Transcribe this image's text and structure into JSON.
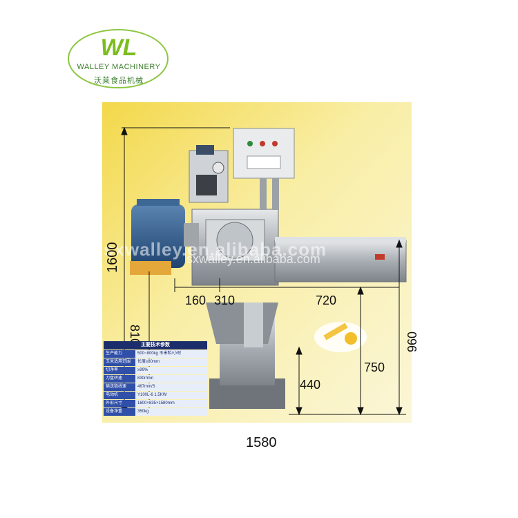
{
  "logo": {
    "mark": "WL",
    "brand": "WALLEY MACHINERY",
    "brand_cn": "沃莱食品机械"
  },
  "watermark": {
    "text1": "sxwalley.en.alibaba.com",
    "text2": "sxwalley.en.alibaba.com"
  },
  "dimensions": {
    "height_total": "1600",
    "inner_height": "810",
    "left_segment": "160",
    "middle_segment": "310",
    "right_segment": "720",
    "right_height": "960",
    "outlet_height": "750",
    "inlet_height": "440",
    "width_total": "1580"
  },
  "spec_table": {
    "title": "主要技术参数",
    "rows": [
      {
        "key": "生产能力",
        "value": "500~800kg 玉米粒/小时"
      },
      {
        "key": "玉米适用范围",
        "value": "长度≥80mm"
      },
      {
        "key": "切净率",
        "value": "≥99%"
      },
      {
        "key": "刀盘转速",
        "value": "830r/min"
      },
      {
        "key": "输送链线速",
        "value": "467mm/S"
      },
      {
        "key": "电动机",
        "value": "Y100L-6 1.5KW"
      },
      {
        "key": "外形尺寸",
        "value": "1600×835×1580mm"
      },
      {
        "key": "设备净重",
        "value": "350kg"
      }
    ]
  },
  "colors": {
    "brand_green": "#7bbd1e",
    "background_yellow": "#f7e27a",
    "motor_blue": "#2b5a8a",
    "steel": "#b9bec4"
  }
}
